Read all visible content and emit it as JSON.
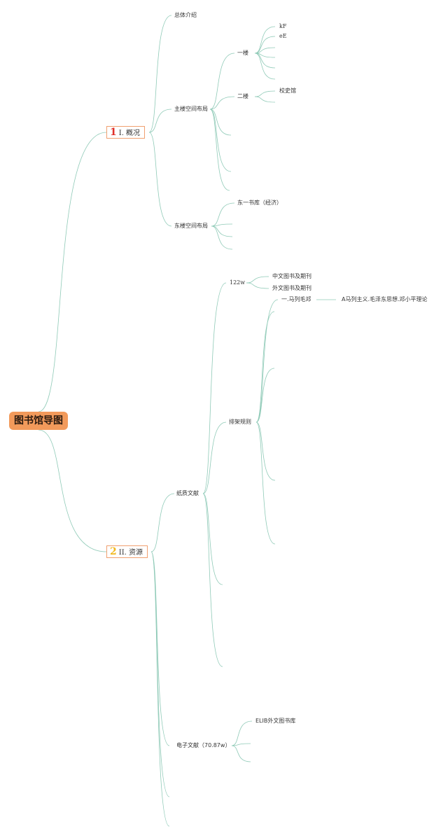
{
  "root": {
    "label": "图书馆导图"
  },
  "categories": [
    {
      "number": "1",
      "label": "I. 概况",
      "number_color": "#e0302a"
    },
    {
      "number": "2",
      "label": "II. 资源",
      "number_color": "#f2b81e"
    }
  ],
  "overview": {
    "intro": "总体介绍",
    "main_building": "主楼空间布局",
    "floor1": "一楼",
    "floor1_items": [
      "kF",
      "eE"
    ],
    "floor2": "二楼",
    "floor2_items": [
      "校史馆"
    ],
    "east_building": "东楼空间布局",
    "east_items": [
      "东一书库（经济）"
    ]
  },
  "resources": {
    "paper": "纸质文献",
    "count": "122w",
    "count_items": [
      "中文图书及期刊",
      "外文图书及期刊"
    ],
    "shelving": "排架规则",
    "shelving_first": "一.马列毛邓",
    "shelving_first_detail": "A马列主义.毛泽东思想.邓小平理论",
    "electronic": "电子文献（70.87w）",
    "electronic_items": [
      "ELIB外文图书库"
    ]
  },
  "colors": {
    "line": "#8fcab7",
    "root_bg": "#f29a5b",
    "category_border": "#f0a070"
  }
}
